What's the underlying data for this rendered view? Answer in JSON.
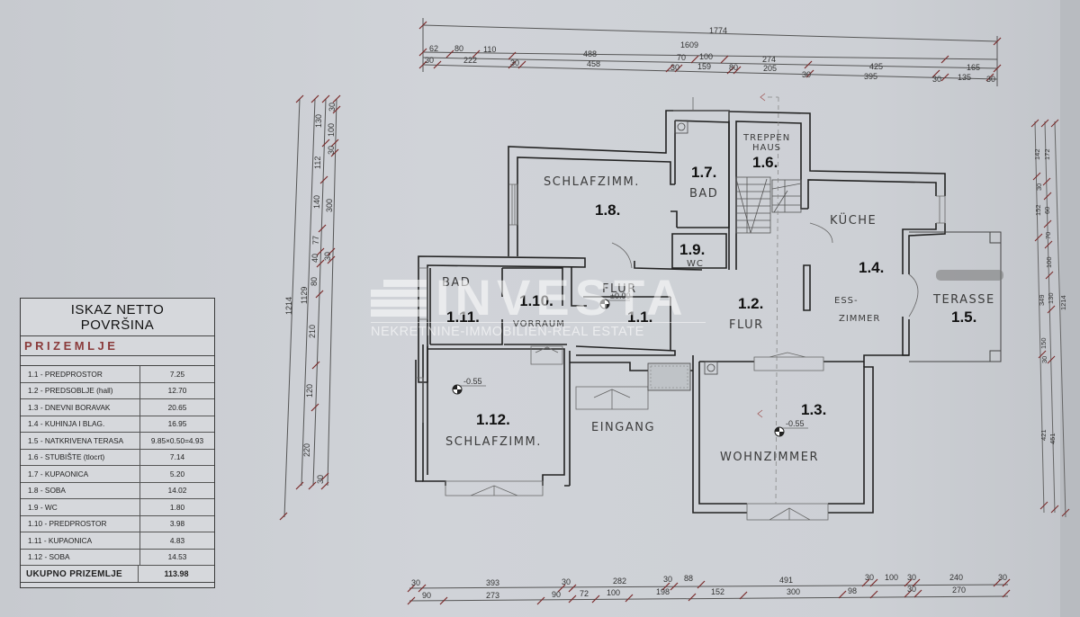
{
  "area_table": {
    "title_line1": "ISKAZ NETTO",
    "title_line2": "POVRŠINA",
    "floor_label": "PRIZEMLJE",
    "rows": [
      {
        "name": "1.1 - PREDPROSTOR",
        "value": "7.25"
      },
      {
        "name": "1.2 - PREDSOBLJE (hall)",
        "value": "12.70"
      },
      {
        "name": "1.3 - DNEVNI BORAVAK",
        "value": "20.65"
      },
      {
        "name": "1.4 - KUHINJA I    BLAG.",
        "value": "16.95"
      },
      {
        "name": "1.5 - NATKRIVENA TERASA",
        "value": "9.85×0.50=4.93"
      },
      {
        "name": "1.6 - STUBIŠTE (tlocrt)",
        "value": "7.14"
      },
      {
        "name": "1.7 - KUPAONICA",
        "value": "5.20"
      },
      {
        "name": "1.8 - SOBA",
        "value": "14.02"
      },
      {
        "name": "1.9 - WC",
        "value": "1.80"
      },
      {
        "name": "1.10 - PREDPROSTOR",
        "value": "3.98"
      },
      {
        "name": "1.11 - KUPAONICA",
        "value": "4.83"
      },
      {
        "name": "1.12 - SOBA",
        "value": "14.53"
      }
    ],
    "total_label": "UKUPNO  PRIZEMLJE",
    "total_value": "113.98"
  },
  "rooms": {
    "r1_1": {
      "number": "1.1.",
      "label": "FLUR"
    },
    "r1_2": {
      "number": "1.2.",
      "label": "FLUR"
    },
    "r1_3": {
      "number": "1.3.",
      "label": "WOHNZIMMER"
    },
    "r1_4": {
      "number": "1.4.",
      "label_top": "KÜCHE",
      "label_mid": "ESS-",
      "label_bot": "ZIMMER"
    },
    "r1_5": {
      "number": "1.5.",
      "label": "TERASSE"
    },
    "r1_6": {
      "number": "1.6.",
      "label_top": "TREPPEN",
      "label_bot": "HAUS"
    },
    "r1_7": {
      "number": "1.7.",
      "label": "BAD"
    },
    "r1_8": {
      "number": "1.8.",
      "label": "SCHLAFZIMM."
    },
    "r1_9": {
      "number": "1.9.",
      "label": "WC"
    },
    "r1_10": {
      "number": "1.10.",
      "label": "VORRAUM"
    },
    "r1_11": {
      "number": "1.11.",
      "label": "BAD"
    },
    "r1_12": {
      "number": "1.12.",
      "label": "SCHLAFZIMM."
    },
    "entrance": {
      "label": "EINGANG"
    }
  },
  "levels": {
    "flur": "±0.00",
    "schlaf": "-0.55",
    "wohn": "-0.55"
  },
  "dimensions": {
    "top": {
      "overall": "1774",
      "row2": [
        "62",
        "80",
        "110",
        "1609"
      ],
      "row3": [
        "30",
        "222",
        "488",
        "70",
        "100",
        "274",
        "425",
        "165"
      ],
      "row4": [
        "30",
        "458",
        "30",
        "159",
        "80",
        "205",
        "30",
        "395",
        "30",
        "135",
        "30"
      ]
    },
    "bottom": {
      "row1": [
        "30",
        "393",
        "30",
        "282",
        "30",
        "88",
        "491",
        "30",
        "100",
        "30",
        "240",
        "30"
      ],
      "row2": [
        "90",
        "273",
        "90",
        "72",
        "100",
        "198",
        "152",
        "300",
        "98",
        "30",
        "270"
      ]
    },
    "left": {
      "overall": "1214",
      "second": "1129",
      "row3": [
        "130",
        "112",
        "140",
        "77",
        "40",
        "80",
        "210",
        "120",
        "220",
        "30"
      ],
      "row4": [
        "30",
        "100",
        "30",
        "300",
        "30"
      ]
    },
    "right": {
      "overall": "1214",
      "row2": [
        "142",
        "172",
        "152",
        "60",
        "70",
        "100",
        "130",
        "421",
        "451"
      ],
      "row3": [
        "30",
        "349",
        "150",
        "30"
      ]
    }
  },
  "watermark": {
    "name": "INVESTA",
    "subtitle": "NEKRETNINE-IMMOBILIEN-REAL ESTATE"
  }
}
